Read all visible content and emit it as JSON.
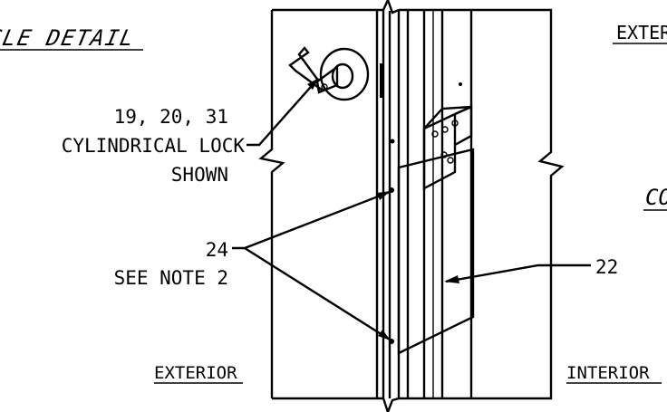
{
  "titles": {
    "top_left": "GLE DETAIL",
    "top_right": "EXTER",
    "mid_right": "CO"
  },
  "callouts": {
    "lock_numbers": "19, 20, 31",
    "lock_line1": "CYLINDRICAL LOCK",
    "lock_line2": "SHOWN",
    "screw_number": "24",
    "screw_note": "SEE NOTE 2",
    "plate_number": "22"
  },
  "labels": {
    "exterior": "EXTERIOR",
    "interior": "INTERIOR"
  },
  "colors": {
    "ink": "#000000",
    "paper": "#ffffff"
  }
}
